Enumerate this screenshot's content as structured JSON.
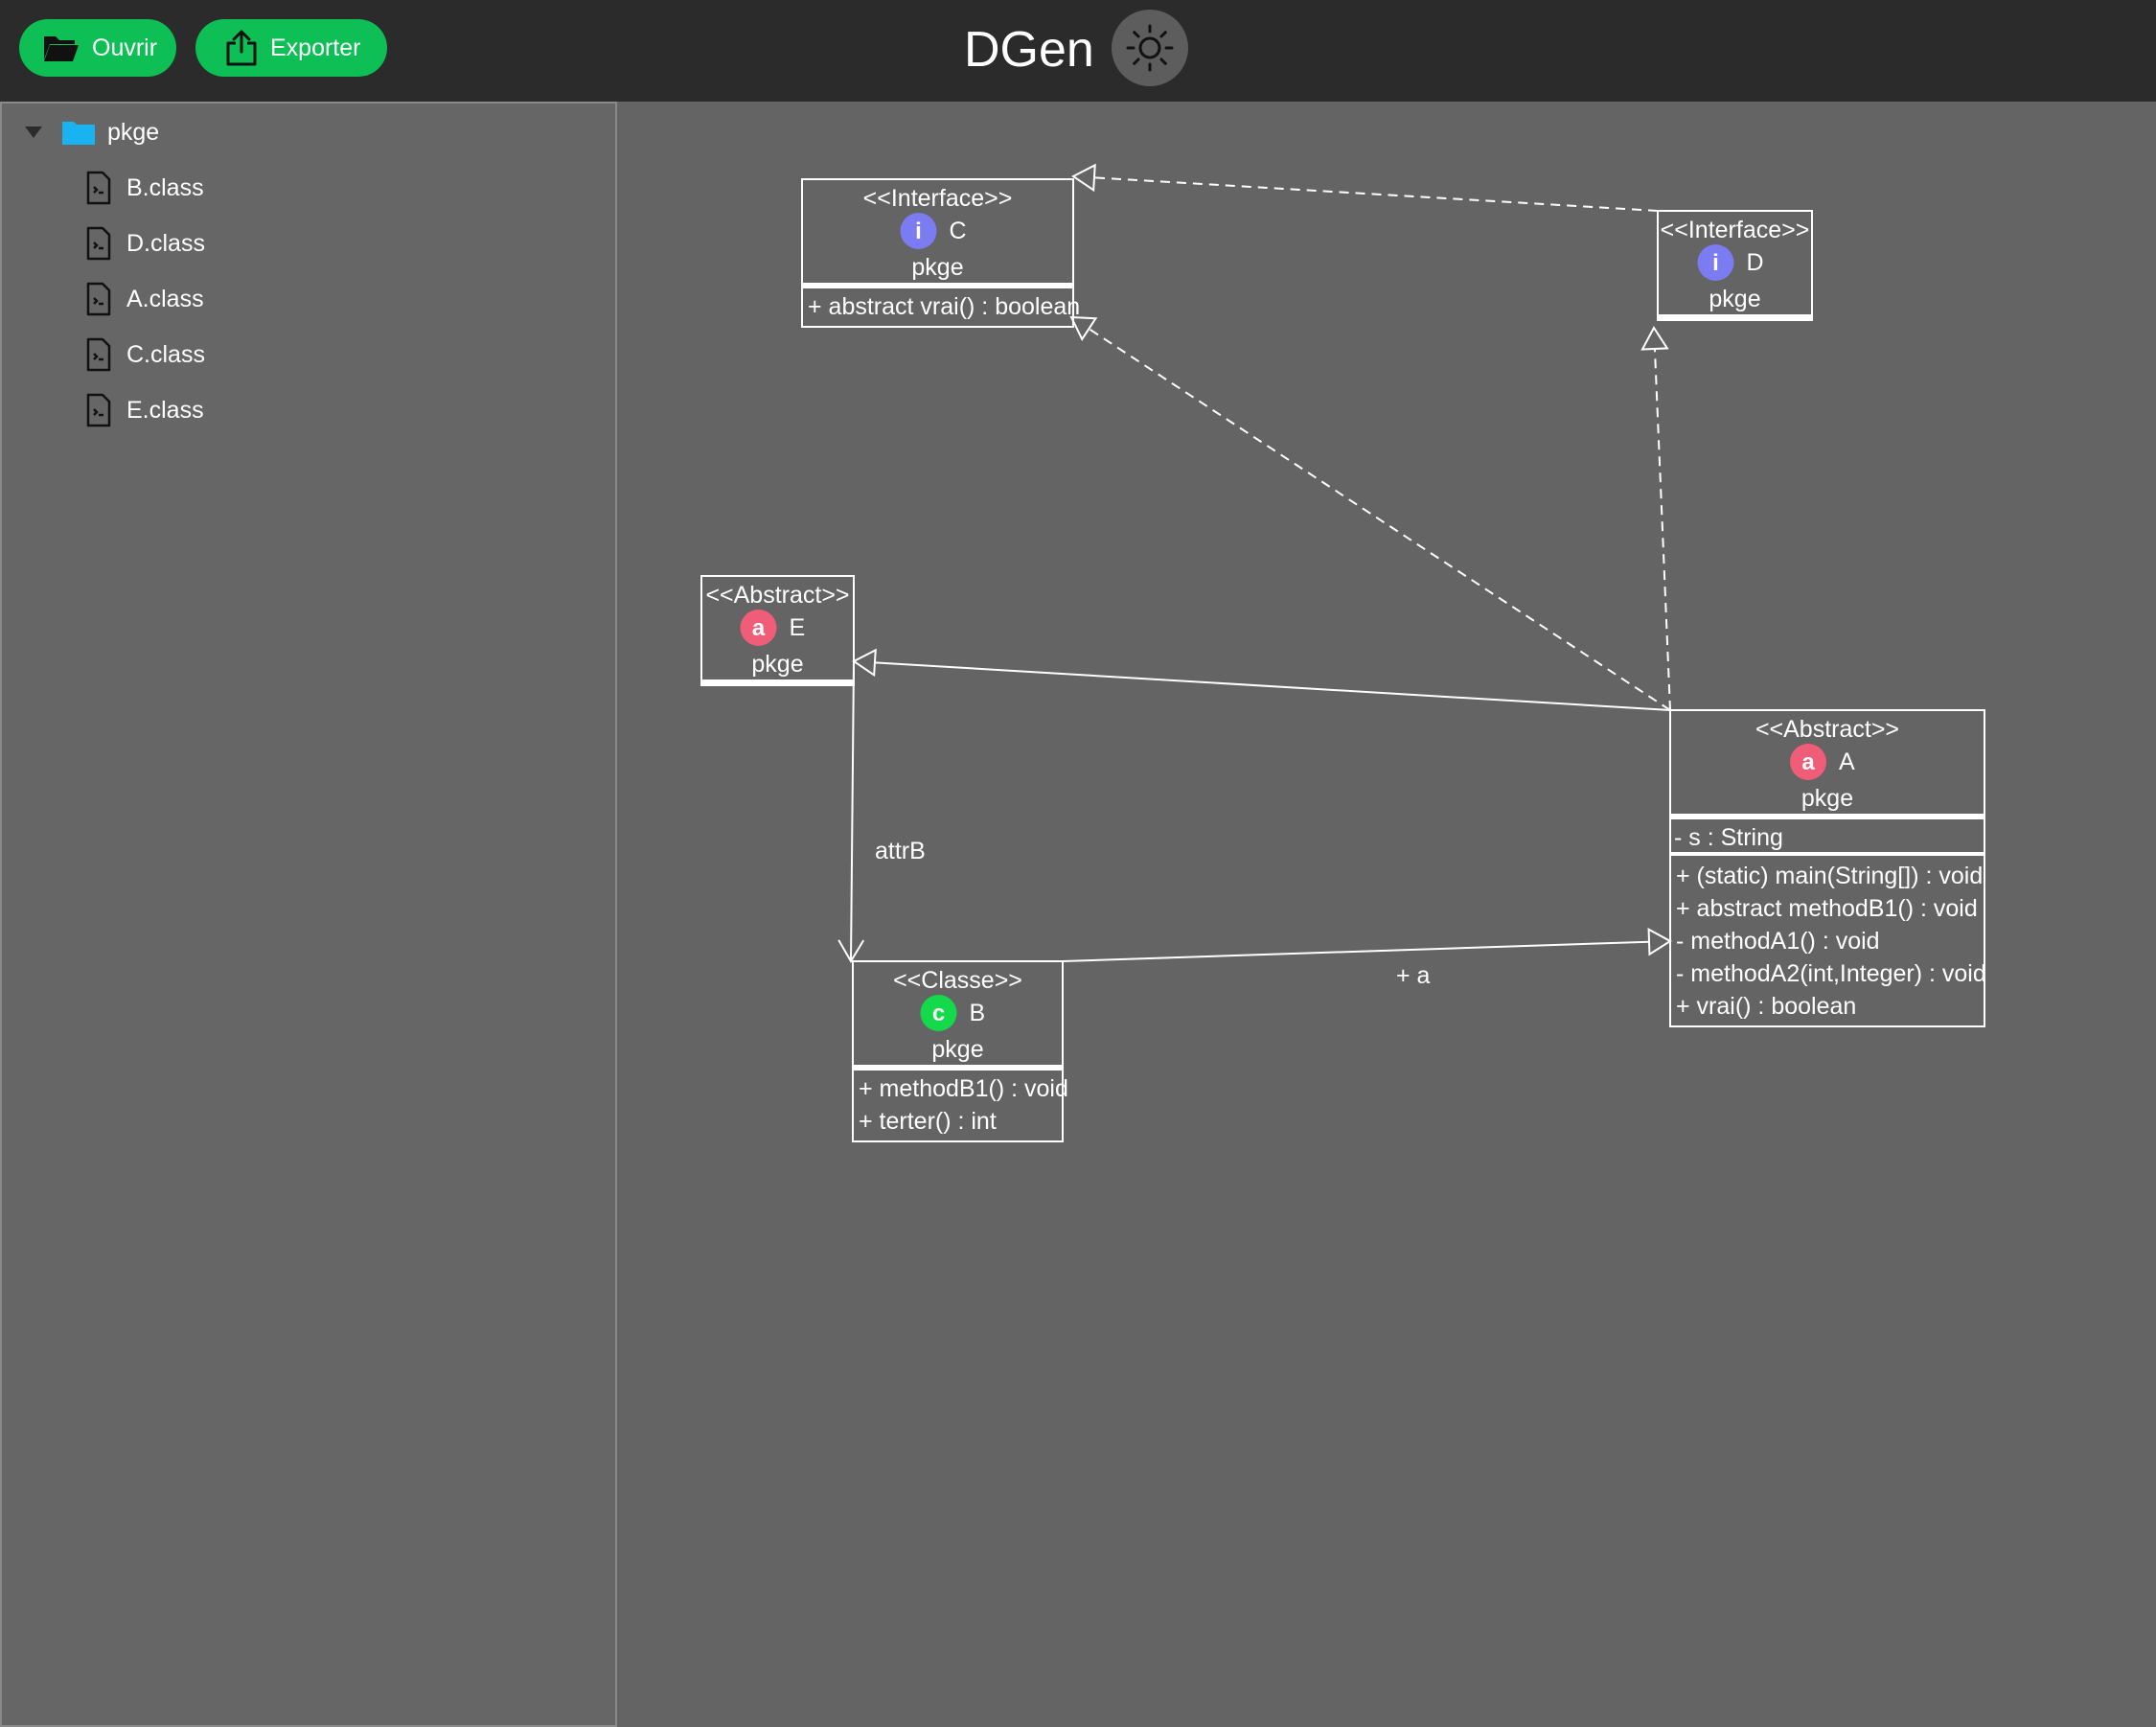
{
  "app": {
    "title": "DGen"
  },
  "toolbar": {
    "open_label": "Ouvrir",
    "export_label": "Exporter",
    "theme_icon": "sun-icon"
  },
  "colors": {
    "topbar": "#2b2b2b",
    "button": "#0dbf55",
    "panel": "#666666",
    "canvas": "#646464",
    "folder": "#1ab3f0",
    "interface_badge": "#7b7bf2",
    "abstract_badge": "#ef5d78",
    "class_badge": "#14d94a"
  },
  "tree": {
    "root": {
      "label": "pkge",
      "icon": "folder-icon",
      "expanded": true
    },
    "items": [
      {
        "label": "B.class",
        "icon": "file-icon"
      },
      {
        "label": "D.class",
        "icon": "file-icon"
      },
      {
        "label": "A.class",
        "icon": "file-icon"
      },
      {
        "label": "C.class",
        "icon": "file-icon"
      },
      {
        "label": "E.class",
        "icon": "file-icon"
      }
    ]
  },
  "diagram": {
    "classes": [
      {
        "id": "C",
        "stereotype": "<<Interface>>",
        "badge": "i",
        "name": "C",
        "package": "pkge",
        "attributes": [],
        "methods": [
          "+ abstract vrai() : boolean"
        ]
      },
      {
        "id": "D",
        "stereotype": "<<Interface>>",
        "badge": "i",
        "name": "D",
        "package": "pkge",
        "attributes": [],
        "methods": []
      },
      {
        "id": "E",
        "stereotype": "<<Abstract>>",
        "badge": "a",
        "name": "E",
        "package": "pkge",
        "attributes": [],
        "methods": []
      },
      {
        "id": "A",
        "stereotype": "<<Abstract>>",
        "badge": "a",
        "name": "A",
        "package": "pkge",
        "attributes": [
          "- s : String"
        ],
        "methods": [
          "+ (static) main(String[]) : void",
          "+ abstract methodB1() : void",
          "- methodA1() : void",
          "- methodA2(int,Integer) : void",
          "+ vrai() : boolean"
        ]
      },
      {
        "id": "B",
        "stereotype": "<<Classe>>",
        "badge": "c",
        "name": "B",
        "package": "pkge",
        "attributes": [],
        "methods": [
          "+ methodB1() : void",
          "+ terter() : int"
        ]
      }
    ],
    "relations": [
      {
        "from": "D",
        "to": "C",
        "type": "realization",
        "label": ""
      },
      {
        "from": "A",
        "to": "C",
        "type": "realization",
        "label": ""
      },
      {
        "from": "A",
        "to": "D",
        "type": "realization",
        "label": ""
      },
      {
        "from": "A",
        "to": "E",
        "type": "generalization",
        "label": ""
      },
      {
        "from": "B",
        "to": "A",
        "type": "generalization",
        "label": "+ a"
      },
      {
        "from": "E",
        "to": "B",
        "type": "association",
        "label": "attrB"
      }
    ]
  }
}
